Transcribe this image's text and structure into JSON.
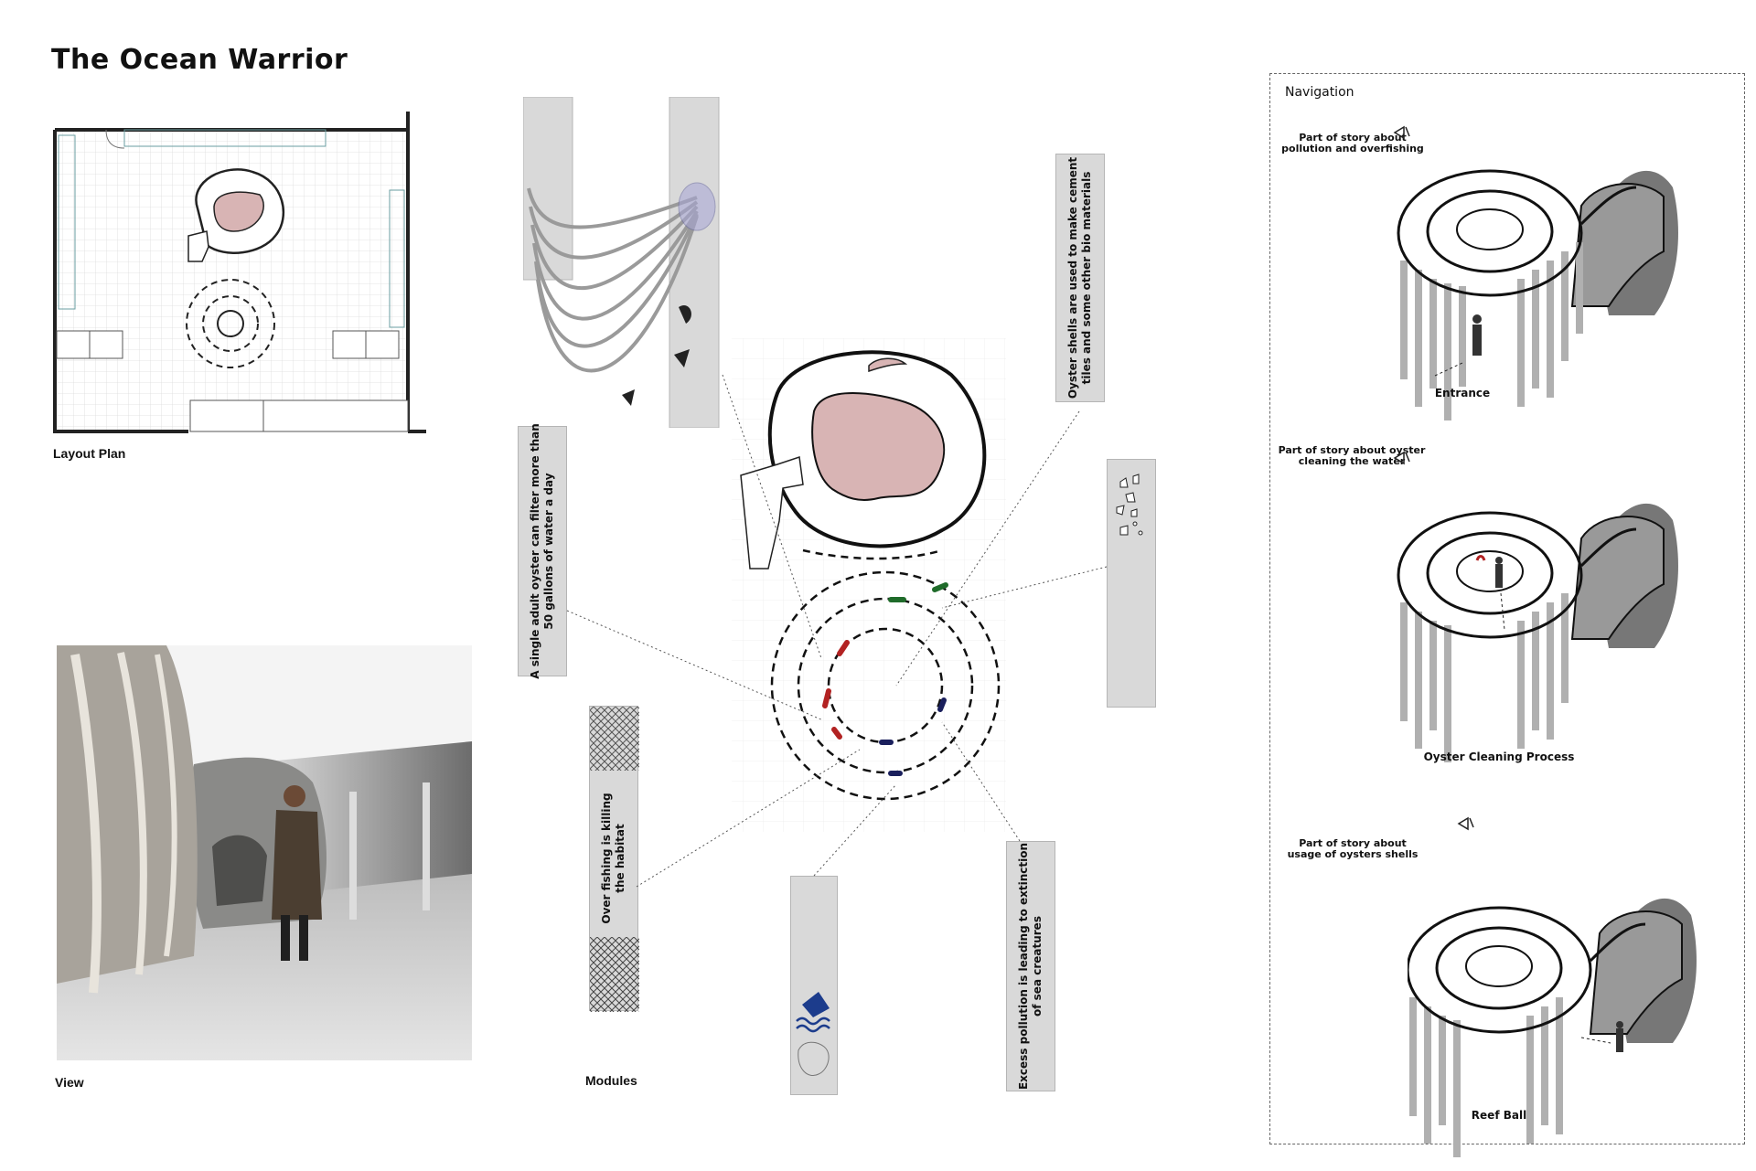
{
  "title": "The Ocean Warrior",
  "layout_plan": {
    "caption": "Layout Plan"
  },
  "view": {
    "caption": "View"
  },
  "modules": {
    "caption": "Modules",
    "callouts": [
      "A single adult oyster can filter more than\n50 gallons of water a day",
      "Oyster shells are used to make cement\ntiles and some other bio materials",
      "Over fishing is killing\nthe habitat",
      "Excess pollution is leading to extinction\nof sea creatures"
    ]
  },
  "navigation": {
    "title": "Navigation",
    "panels": [
      {
        "label": "Part of story about\npollution and overfishing",
        "caption": "Entrance"
      },
      {
        "label": "Part of story about oyster\ncleaning the water",
        "caption": "Oyster Cleaning Process"
      },
      {
        "label": "Part of story about\nusage of oysters shells",
        "caption": "Reef Ball"
      }
    ]
  },
  "colors": {
    "flesh": "#d8b4b4",
    "panel": "#d9d9d9",
    "red_marker": "#b22222",
    "green_marker": "#1f6b2a",
    "navy_marker": "#1a1f5c",
    "water_icon": "#1c3c8c"
  }
}
